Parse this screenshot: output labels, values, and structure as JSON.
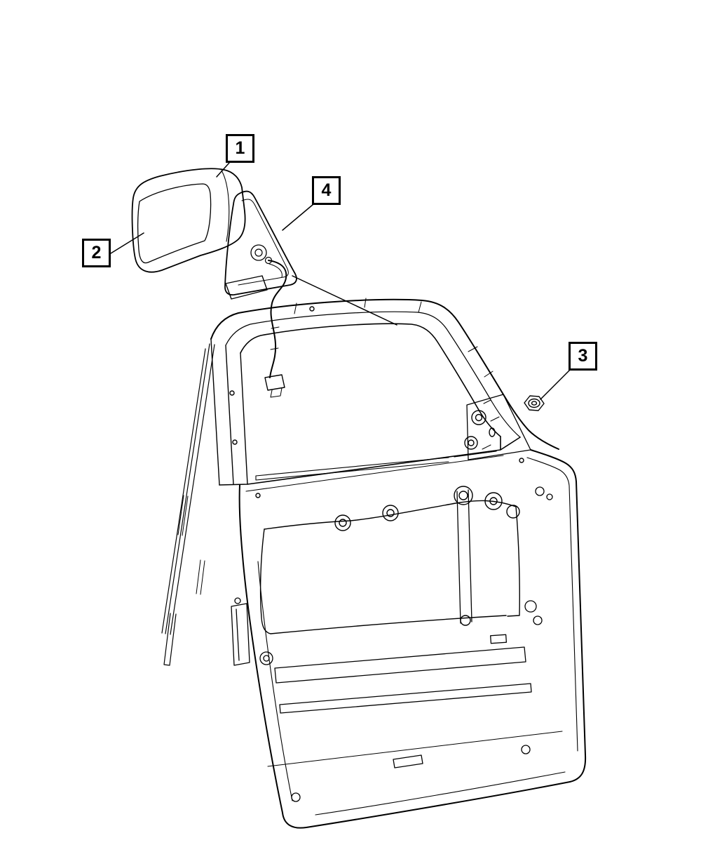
{
  "diagram": {
    "type": "parts-diagram",
    "subject": "front-door-and-exterior-mirror",
    "callouts": [
      {
        "label": "1",
        "points_to": "mirror-assembly"
      },
      {
        "label": "2",
        "points_to": "mirror-glass"
      },
      {
        "label": "3",
        "points_to": "mirror-mounting-nut"
      },
      {
        "label": "4",
        "points_to": "mirror-wiring-bracket"
      }
    ]
  },
  "colors": {
    "line": "#000000",
    "background": "#ffffff"
  }
}
